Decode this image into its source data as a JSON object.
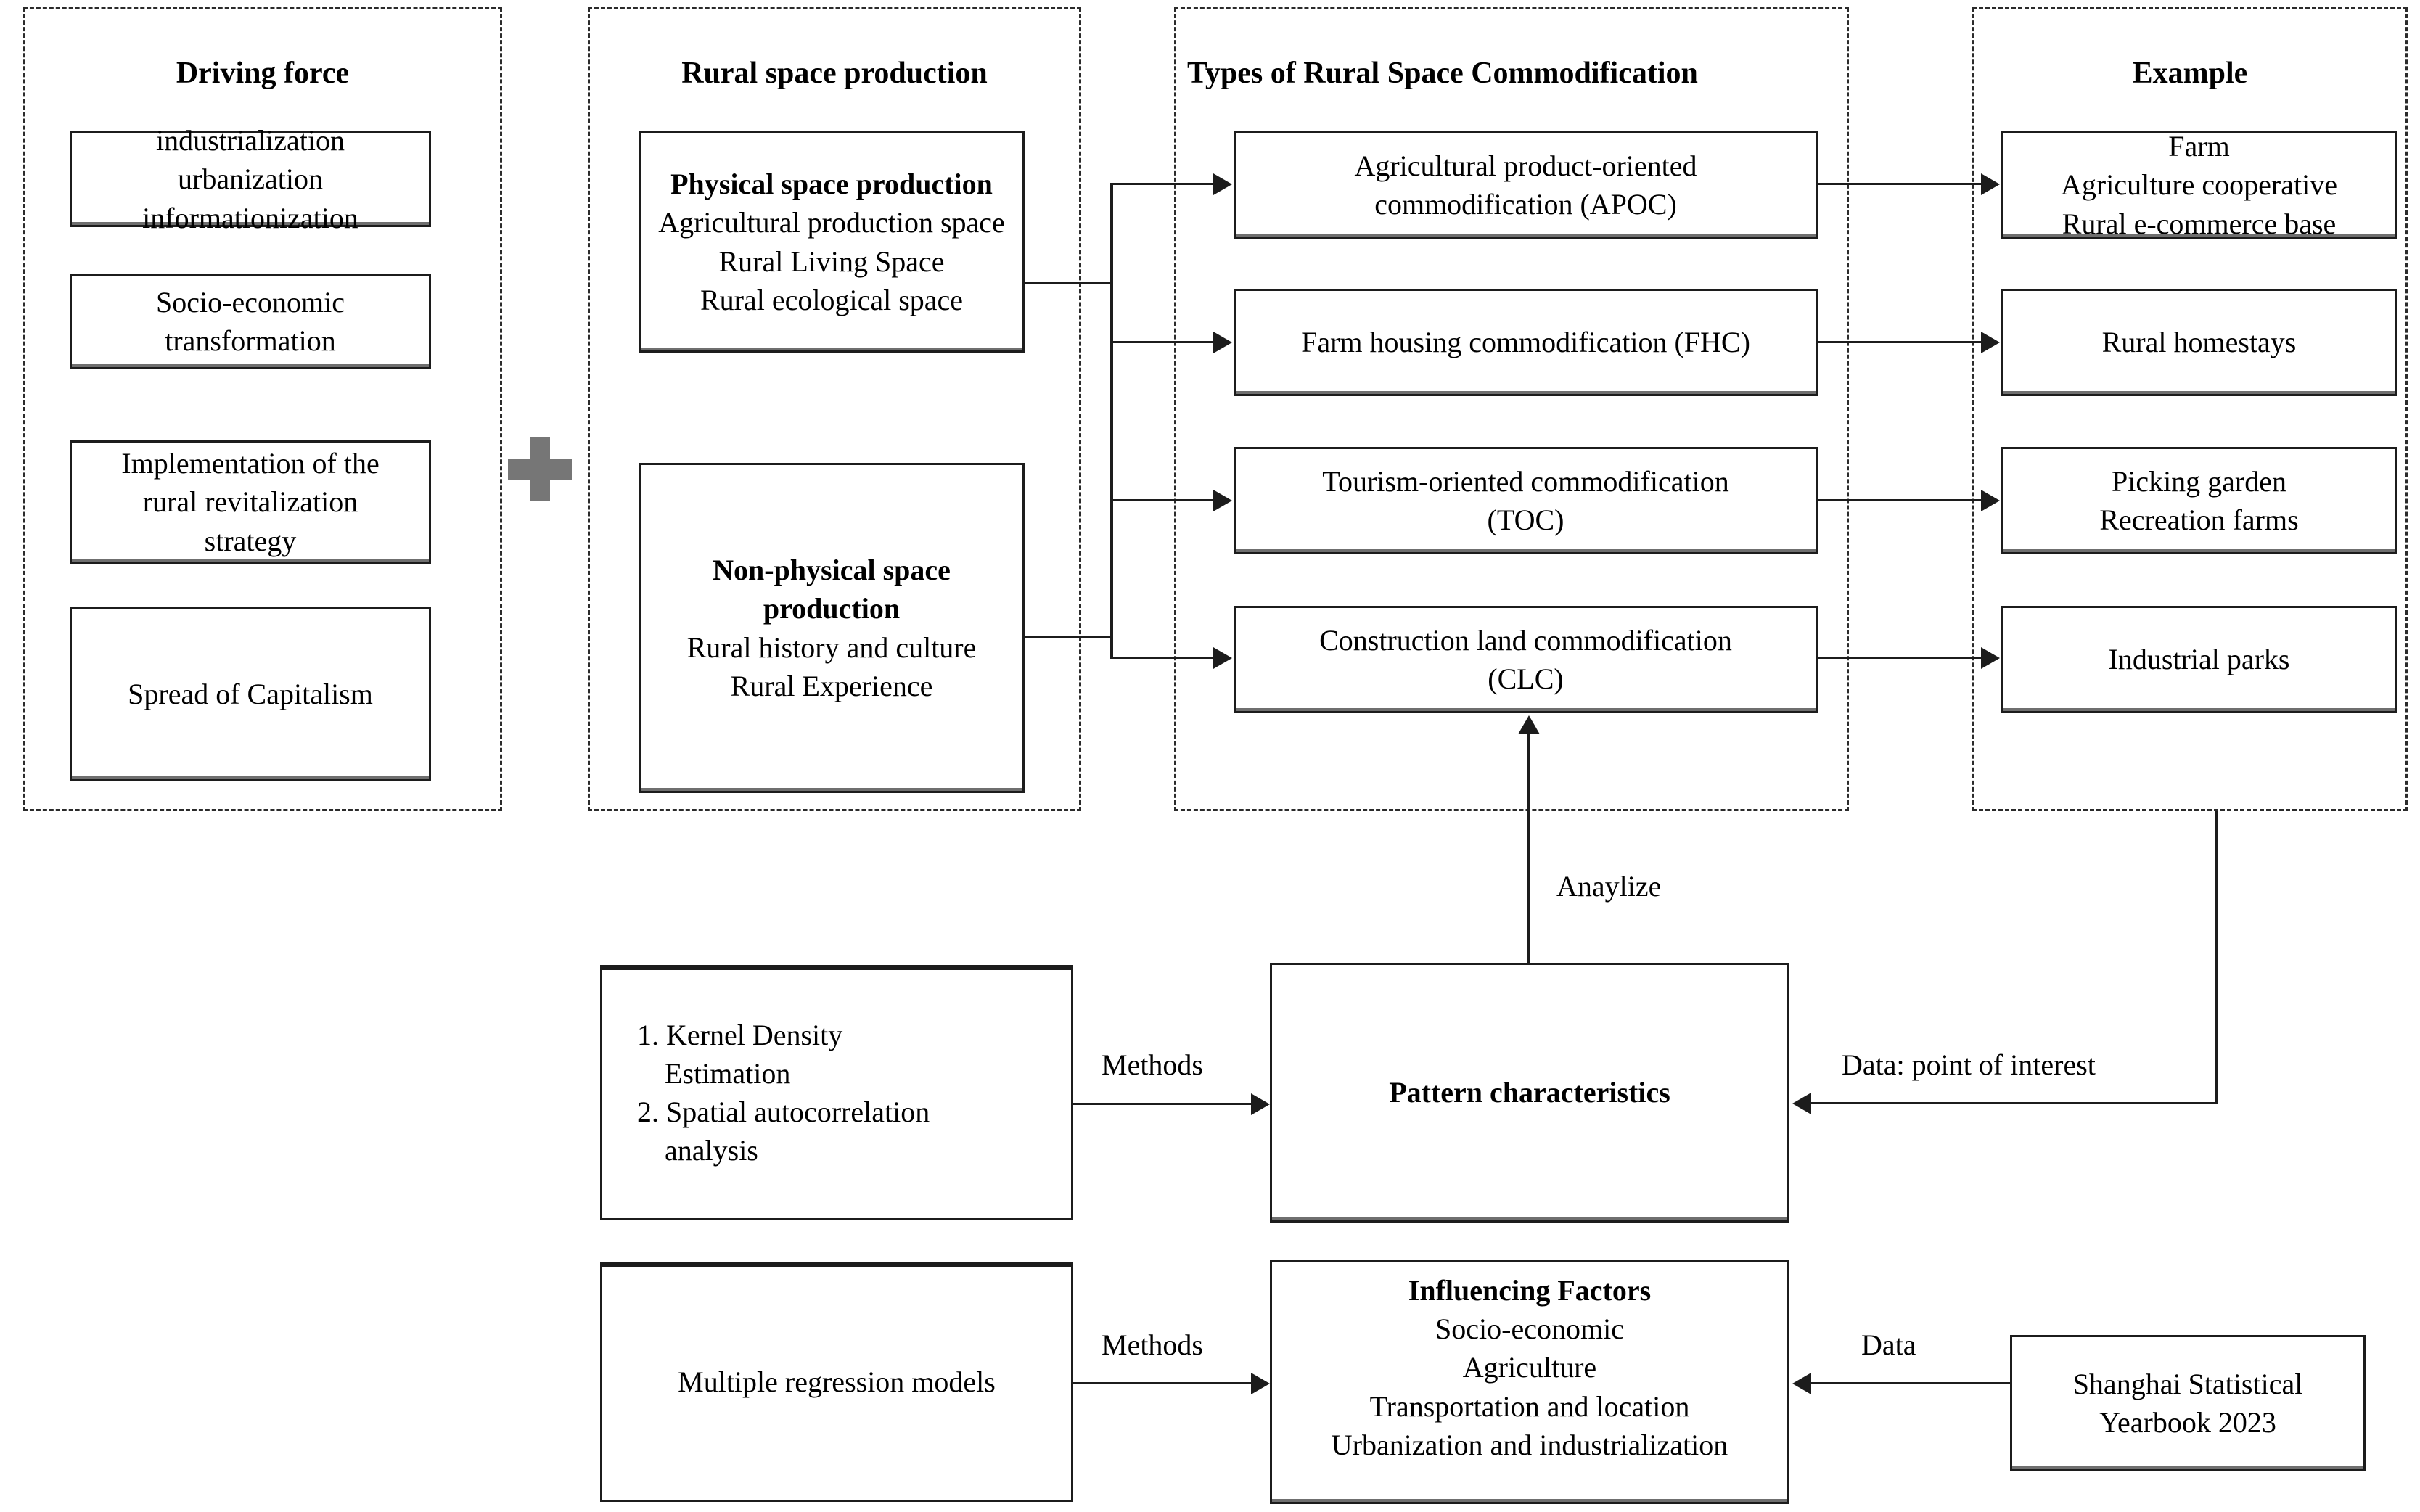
{
  "diagram": {
    "title": "Rural Space Commodification Research Framework",
    "groups": [
      {
        "id": "driving-force",
        "title": "Driving force"
      },
      {
        "id": "rural-space-production",
        "title": "Rural space production"
      },
      {
        "id": "types",
        "title": "Types of Rural Space Commodification"
      },
      {
        "id": "example",
        "title": "Example"
      }
    ],
    "driving_force": {
      "boxes": [
        {
          "lines": [
            "industrialization",
            "urbanization",
            "informationization"
          ]
        },
        {
          "lines": [
            "Socio-economic",
            "transformation"
          ]
        },
        {
          "lines": [
            "Implementation of the",
            "rural revitalization",
            "strategy"
          ]
        },
        {
          "lines": [
            "Spread of Capitalism"
          ]
        }
      ]
    },
    "rural_space_production": {
      "boxes": [
        {
          "heading": "Physical space production",
          "lines": [
            "Agricultural production space",
            "Rural Living Space",
            "Rural ecological space"
          ]
        },
        {
          "heading": "Non-physical space production",
          "lines": [
            "Rural history and culture",
            "Rural Experience"
          ]
        }
      ]
    },
    "types": {
      "boxes": [
        {
          "lines": [
            "Agricultural product-oriented",
            "commodification (APOC)"
          ]
        },
        {
          "lines": [
            "Farm housing commodification (FHC)"
          ]
        },
        {
          "lines": [
            "Tourism-oriented commodification",
            "(TOC)"
          ]
        },
        {
          "lines": [
            "Construction land commodification",
            "(CLC)"
          ]
        }
      ]
    },
    "example": {
      "boxes": [
        {
          "lines": [
            "Farm",
            "Agriculture cooperative",
            "Rural e-commerce base"
          ]
        },
        {
          "lines": [
            "Rural homestays"
          ]
        },
        {
          "lines": [
            "Picking garden",
            "Recreation farms"
          ]
        },
        {
          "lines": [
            "Industrial parks"
          ]
        }
      ]
    },
    "analysis": {
      "methods_pattern": {
        "lines": [
          "1. Kernel Density",
          "Estimation",
          "2. Spatial autocorrelation",
          "analysis"
        ]
      },
      "pattern": {
        "heading": "Pattern characteristics"
      },
      "methods_factors": {
        "lines": [
          "Multiple regression models"
        ]
      },
      "factors": {
        "heading": "Influencing Factors",
        "lines": [
          "Socio-economic",
          "Agriculture",
          "Transportation and location",
          "Urbanization and industrialization"
        ]
      },
      "yearbook": {
        "lines": [
          "Shanghai Statistical",
          "Yearbook 2023"
        ]
      }
    },
    "edge_labels": {
      "analyze": "Anaylize",
      "methods_top": "Methods",
      "methods_bottom": "Methods",
      "data_poi": "Data: point of interest",
      "data": "Data"
    },
    "symbols": {
      "plus": "plus-symbol"
    },
    "colors": {
      "line": "#1c1c1c",
      "plus": "#767676",
      "box_shadow": "#6f6f6f",
      "dash": "#2b2b2b"
    }
  }
}
